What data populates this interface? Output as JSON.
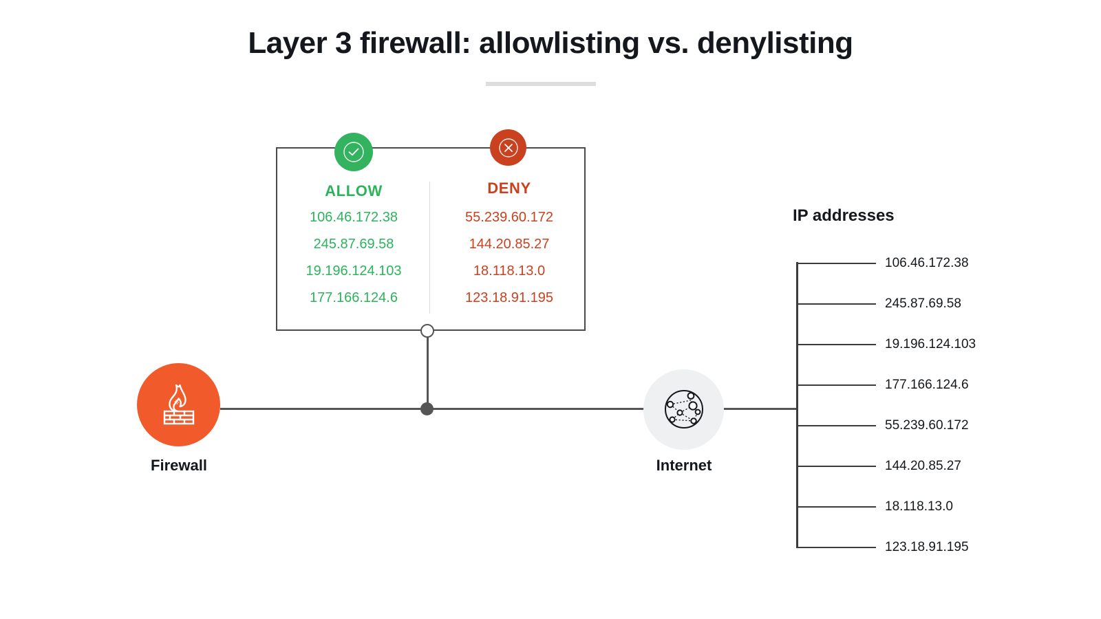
{
  "title": "Layer 3 firewall: allowlisting vs. denylisting",
  "rules": {
    "allow": {
      "heading": "ALLOW",
      "badge_icon": "check-circle-icon",
      "color": "#2cb35c",
      "badge_color": "#33b35f",
      "addresses": [
        "106.46.172.38",
        "245.87.69.58",
        "19.196.124.103",
        "177.166.124.6"
      ]
    },
    "deny": {
      "heading": "DENY",
      "badge_icon": "x-circle-icon",
      "color": "#c9411f",
      "badge_color": "#c9411f",
      "addresses": [
        "55.239.60.172",
        "144.20.85.27",
        "18.118.13.0",
        "123.18.91.195"
      ]
    }
  },
  "nodes": {
    "firewall": {
      "label": "Firewall",
      "icon": "firewall-flame-brick-icon",
      "color": "#f15a2b"
    },
    "internet": {
      "label": "Internet",
      "icon": "internet-network-globe-icon",
      "color": "#eef0f1"
    }
  },
  "ip_list": {
    "title": "IP addresses",
    "addresses": [
      "106.46.172.38",
      "245.87.69.58",
      "19.196.124.103",
      "177.166.124.6",
      "55.239.60.172",
      "144.20.85.27",
      "18.118.13.0",
      "123.18.91.195"
    ]
  }
}
